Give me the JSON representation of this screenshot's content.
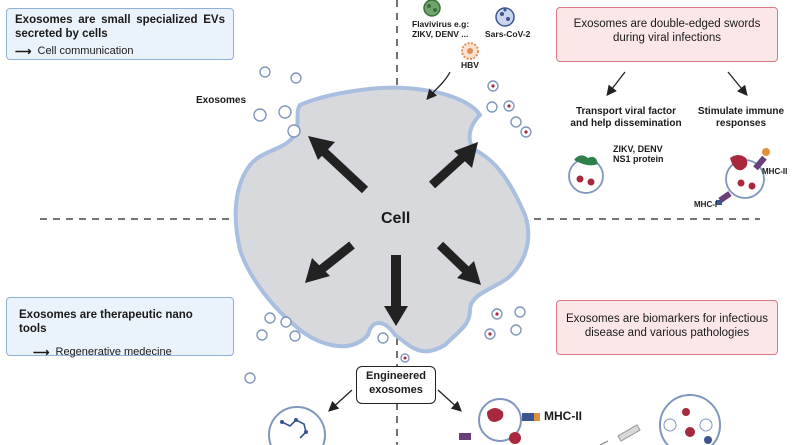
{
  "top_left": {
    "title": "Exosomes are small specialized EVs secreted by cells",
    "sub": "Cell communication"
  },
  "top_right": {
    "title": "Exosomes are double-edged swords during viral infections",
    "left_branch": "Transport viral factor and help dissemination",
    "right_branch": "Stimulate immune responses",
    "zikv_label": "ZIKV, DENV NS1 protein",
    "mhc1": "MHC-I",
    "mhc2": "MHC-II"
  },
  "viruses": {
    "flavivirus": "Flavivirus e.g: ZIKV, DENV ...",
    "sars": "Sars-CoV-2",
    "hbv": "HBV"
  },
  "center": {
    "cell": "Cell",
    "exosomes": "Exosomes",
    "engineered": "Engineered exosomes",
    "mhc2_bottom": "MHC-II"
  },
  "bottom_left": {
    "title": "Exosomes are therapeutic nano tools",
    "sub": "Regenerative medecine"
  },
  "bottom_right": {
    "title": "Exosomes are biomarkers for infectious disease and various pathologies"
  },
  "colors": {
    "cell_fill": "#d7d9dd",
    "cell_border": "#9db6d9",
    "blue_box": "#eaf2fb",
    "red_box": "#fbe6e8",
    "exosome_red": "#a8283d"
  }
}
